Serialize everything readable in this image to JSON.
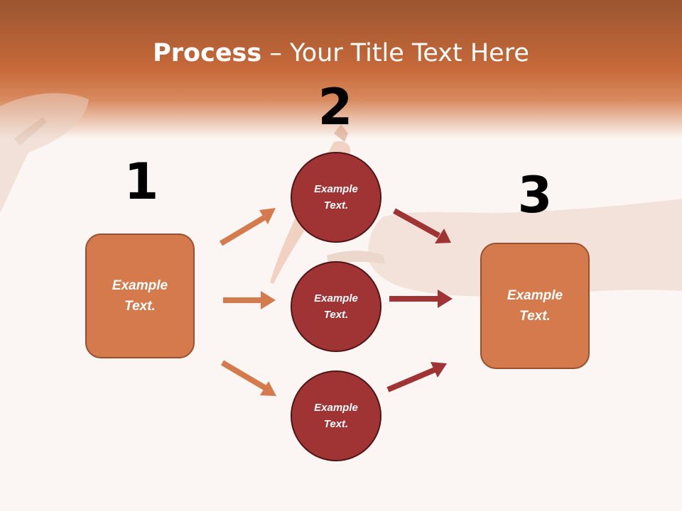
{
  "title": {
    "bold": "Process",
    "rest": " – Your Title Text Here"
  },
  "steps": [
    {
      "number": "1",
      "label": "Example\nText."
    },
    {
      "number": "2",
      "nodes": [
        "Example\nText.",
        "Example\nText.",
        "Example\nText."
      ]
    },
    {
      "number": "3",
      "label": "Example\nText."
    }
  ],
  "colors": {
    "header": "#c96a3c",
    "box_fill": "#d47a4c",
    "box_border": "#9a5030",
    "circle_fill": "#a03434",
    "circle_border": "#4f1414",
    "arrow_left": "#d47a4c",
    "arrow_right": "#a03434"
  },
  "background_image": "hands-exchanging-carrot"
}
